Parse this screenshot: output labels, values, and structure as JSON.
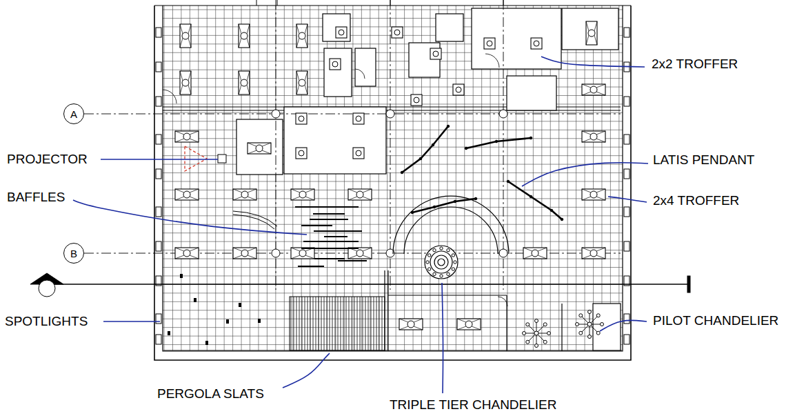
{
  "diagram": {
    "nodes": [
      {
        "text": [
          "A"
        ]
      },
      {
        "text": [
          "B"
        ]
      }
    ],
    "labels": [
      "2x2 TROFFER",
      "PROJECTOR",
      "LATIS PENDANT",
      "BAFFLES",
      "2x4 TROFFER",
      "SPOTLIGHTS",
      "PILOT CHANDELIER",
      "PERGOLA SLATS",
      "TRIPLE TIER CHANDELIER"
    ]
  }
}
